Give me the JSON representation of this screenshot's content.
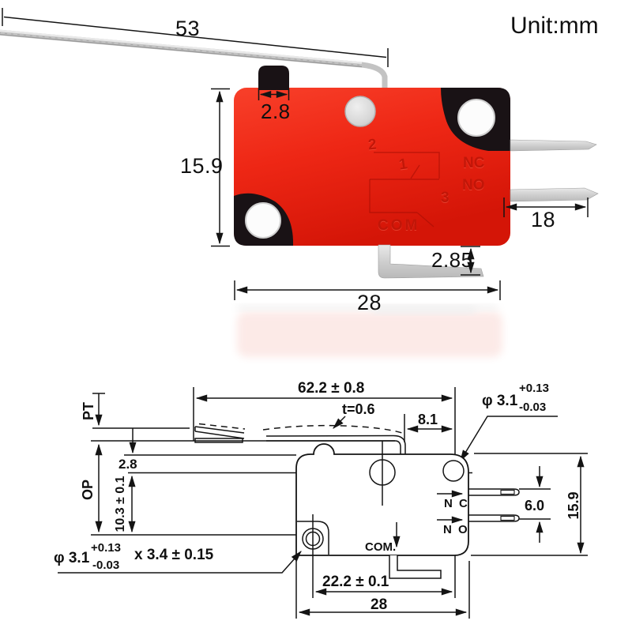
{
  "unit_label": "Unit:mm",
  "photo": {
    "dim_lever_length": "53",
    "dim_plunger_width": "2.8",
    "dim_body_height": "15.9",
    "dim_terminal_length": "18",
    "dim_com_terminal_drop": "2.85",
    "dim_body_width": "28",
    "marking_1": "1",
    "marking_2": "2",
    "marking_3": "3",
    "marking_nc": "NC",
    "marking_no": "NO",
    "marking_com": "COM"
  },
  "drawing": {
    "label_pt": "PT",
    "label_op": "OP",
    "label_nc": "N C",
    "label_no": "N O",
    "label_com": "COM.",
    "label_thickness": "t=0.6",
    "dim_total_length": "62.2 ± 0.8",
    "dim_lever_overhang": "8.1",
    "dim_hole_top_offset": "2.8",
    "dim_hole_spacing": "10.3 ± 0.1",
    "dim_terminal_pitch": "6.0",
    "dim_body_height": "15.9",
    "dim_com_position": "22.2 ± 0.1",
    "dim_body_width": "28",
    "hole_top": {
      "dia": "φ 3.1",
      "tol_plus": "+0.13",
      "tol_minus": "-0.03"
    },
    "hole_bottom": {
      "dia": "φ 3.1",
      "tol_plus": "+0.13",
      "tol_minus": "-0.03",
      "depth": "x 3.4 ± 0.15"
    }
  },
  "colors": {
    "body_red": "#ee2715",
    "accent_black": "#191215",
    "line": "#141414",
    "metal": "#d2d2d2"
  }
}
